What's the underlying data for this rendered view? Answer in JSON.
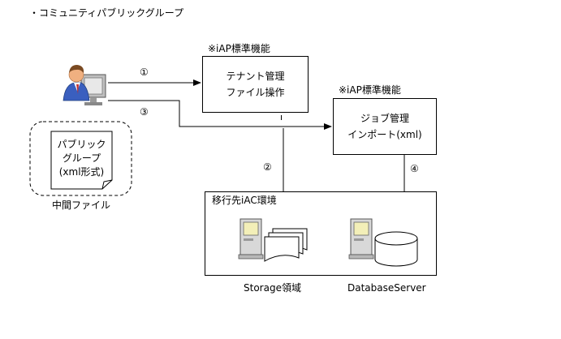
{
  "heading": "・コミュニティパブリックグループ",
  "tenant": {
    "note": "※iAP標準機能",
    "line1": "テナント管理",
    "line2": "ファイル操作"
  },
  "job": {
    "note": "※iAP標準機能",
    "line1": "ジョブ管理",
    "line2": "インポート(xml)"
  },
  "intermediate": {
    "doc_line1": "パブリック",
    "doc_line2": "グループ",
    "doc_line3": "(xml形式)",
    "caption": "中間ファイル"
  },
  "target_env": {
    "title": "移行先iAC環境",
    "storage_label": "Storage領域",
    "db_label": "DatabaseServer"
  },
  "steps": [
    "①",
    "②",
    "③",
    "④"
  ],
  "colors": {
    "screen": "#f3efb8",
    "machine": "#d8d8d8",
    "user_shirt": "#3a5fbf",
    "user_face": "#f0b080",
    "user_hair": "#7a4a22"
  }
}
